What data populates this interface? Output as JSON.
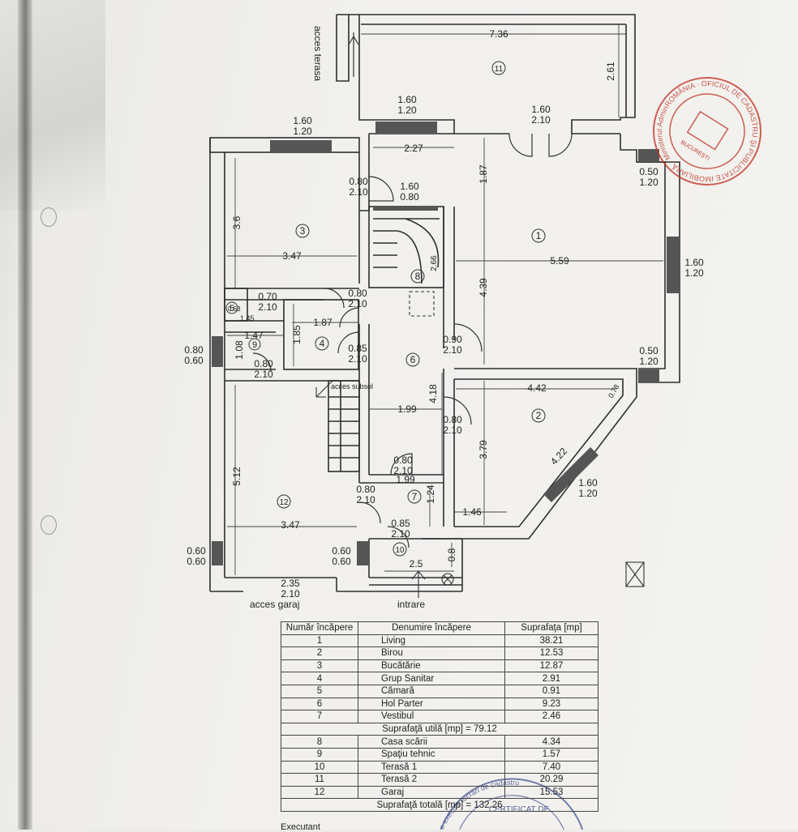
{
  "labels": {
    "acces_terasa": "acces terasa",
    "acces_subsol": "acces subsol",
    "acces_garaj": "acces garaj",
    "intrare": "intrare"
  },
  "rooms": [
    "1",
    "2",
    "3",
    "4",
    "5",
    "6",
    "7",
    "8",
    "9",
    "10",
    "11",
    "12"
  ],
  "dimensions": {
    "d_736": "7.36",
    "d_261": "2.61",
    "d_227": "2.27",
    "d_187a": "1.87",
    "d_347a": "3.47",
    "d_36": "3.6",
    "d_559": "5.59",
    "d_439": "4.39",
    "d_266": "2.66",
    "d_187b": "1.87",
    "d_185": "1.85",
    "d_147": "1.47",
    "d_108": "1.08",
    "d_145": "1.45",
    "d_063": "0.63",
    "d_442": "4.42",
    "d_478": "0.78",
    "d_199a": "1.99",
    "d_418": "4.18",
    "d_379": "3.79",
    "d_422": "4.22",
    "d_199b": "1.99",
    "d_124": "1.24",
    "d_146": "1.46",
    "d_512": "5.12",
    "d_347b": "3.47",
    "d_25": "2.5",
    "d_08": "0.8"
  },
  "openings": [
    {
      "w": "1.60",
      "h": "1.20"
    },
    {
      "w": "1.60",
      "h": "2.10"
    },
    {
      "w": "1.60",
      "h": "1.20"
    },
    {
      "w": "0.80",
      "h": "2.10"
    },
    {
      "w": "1.60",
      "h": "0.80"
    },
    {
      "w": "0.50",
      "h": "1.20"
    },
    {
      "w": "1.60",
      "h": "1.20"
    },
    {
      "w": "0.70",
      "h": "2.10"
    },
    {
      "w": "0.80",
      "h": "2.10"
    },
    {
      "w": "0.85",
      "h": "2.10"
    },
    {
      "w": "0.90",
      "h": "2.10"
    },
    {
      "w": "0.50",
      "h": "1.20"
    },
    {
      "w": "0.80",
      "h": "0.60"
    },
    {
      "w": "0.80",
      "h": "2.10"
    },
    {
      "w": "0.80",
      "h": "2.10"
    },
    {
      "w": "0.80",
      "h": "2.10"
    },
    {
      "w": "1.60",
      "h": "1.20"
    },
    {
      "w": "0.80",
      "h": "2.10"
    },
    {
      "w": "0.85",
      "h": "2.10"
    },
    {
      "w": "0.60",
      "h": "0.60"
    },
    {
      "w": "0.60",
      "h": "0.60"
    },
    {
      "w": "2.35",
      "h": "2.10"
    }
  ],
  "table": {
    "headers": [
      "Număr încăpere",
      "Denumire încăpere",
      "Suprafaţa [mp]"
    ],
    "rows_a": [
      [
        "1",
        "Living",
        "38.21"
      ],
      [
        "2",
        "Birou",
        "12.53"
      ],
      [
        "3",
        "Bucătărie",
        "12.87"
      ],
      [
        "4",
        "Grup Sanitar",
        "2.91"
      ],
      [
        "5",
        "Cămară",
        "0.91"
      ],
      [
        "6",
        "Hol Parter",
        "9.23"
      ],
      [
        "7",
        "Vestibul",
        "2.46"
      ]
    ],
    "util": "Suprafaţă utilă [mp] = 79.12",
    "rows_b": [
      [
        "8",
        "Casa scării",
        "4.34"
      ],
      [
        "9",
        "Spaţiu tehnic",
        "1.57"
      ],
      [
        "10",
        "Terasă 1",
        "7.40"
      ],
      [
        "11",
        "Terasă 2",
        "20.29"
      ],
      [
        "12",
        "Garaj",
        "15.53"
      ]
    ],
    "total": "Suprafaţă totală [mp] = 132.26",
    "cut_text": "Executant"
  },
  "stamp1": {
    "ring_text": "ROMÂNIA · OFICIUL DE CADASTRU ŞI PUBLICITATE IMOBILIARĂ · Ministerul Administraţiei",
    "inner_text": "BUCUREŞTI"
  },
  "stamp2": {
    "ring_text": "să se execute lucrări de cadastru",
    "inner_text": "CERTIFICAT DE"
  },
  "colors": {
    "ink": "#2a2a2a",
    "stamp": "#c0392b",
    "stamp_blue": "#3a4a8a"
  }
}
